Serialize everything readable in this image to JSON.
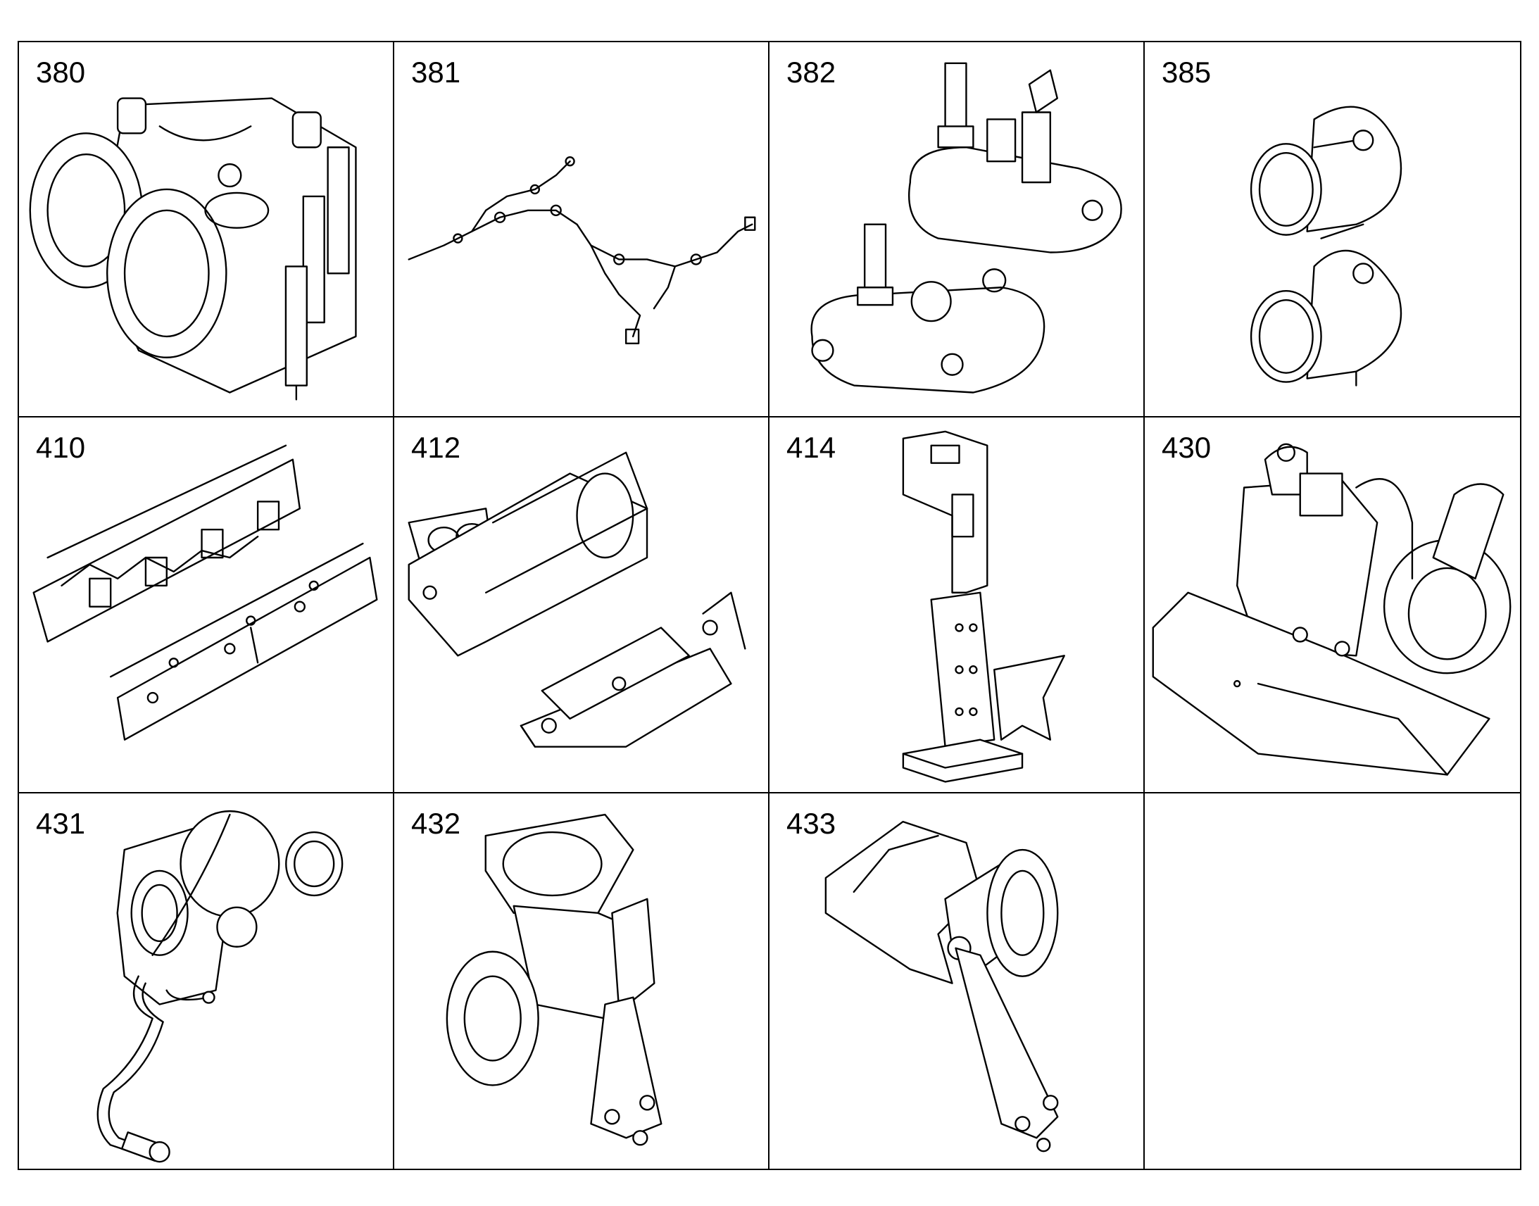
{
  "cells": [
    {
      "label": "380",
      "icon": "turbo-housing-icon"
    },
    {
      "label": "381",
      "icon": "wiring-harness-icon"
    },
    {
      "label": "382",
      "icon": "sensor-plate-icon"
    },
    {
      "label": "385",
      "icon": "twin-elbow-pipe-icon"
    },
    {
      "label": "410",
      "icon": "exhaust-manifold-icon"
    },
    {
      "label": "412",
      "icon": "manifold-bracket-icon"
    },
    {
      "label": "414",
      "icon": "support-bracket-icon"
    },
    {
      "label": "430",
      "icon": "turbocharger-heatshield-icon"
    },
    {
      "label": "431",
      "icon": "turbocharger-oil-line-icon"
    },
    {
      "label": "432",
      "icon": "exhaust-elbow-bracket-icon"
    },
    {
      "label": "433",
      "icon": "exhaust-pipe-shield-icon"
    },
    {
      "label": "",
      "icon": ""
    }
  ]
}
